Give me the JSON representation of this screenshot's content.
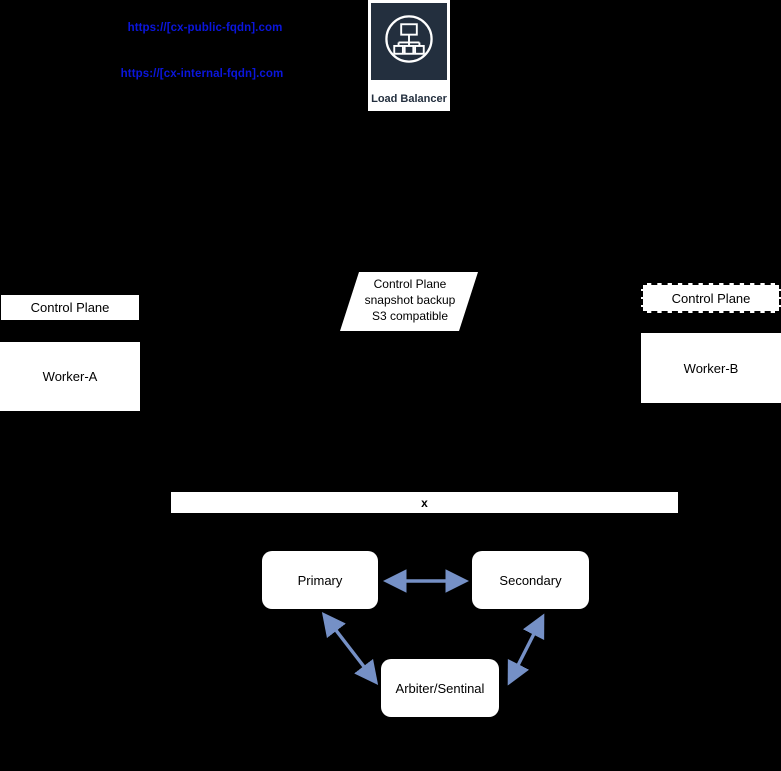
{
  "urls": {
    "public_label": "https://[cx-public-fqdn].com",
    "internal_label": "https://[cx-internal-fqdn].com"
  },
  "load_balancer": {
    "label": "Load Balancer",
    "icon": "elb-network-icon"
  },
  "left_cluster": {
    "control_plane_label": "Control Plane",
    "worker_label": "Worker-A"
  },
  "right_cluster": {
    "control_plane_label": "Control Plane",
    "worker_label": "Worker-B"
  },
  "backup": {
    "line1": "Control Plane",
    "line2": "snapshot backup",
    "line3": "S3 compatible"
  },
  "bar": {
    "label": "x"
  },
  "db_cluster": {
    "primary_label": "Primary",
    "secondary_label": "Secondary",
    "arbiter_label": "Arbiter/Sentinal"
  },
  "colors": {
    "background": "#000000",
    "link_blue": "#0b16dc",
    "icon_navy": "#232f3e",
    "arrow_blue": "#7590c6",
    "node_white": "#ffffff",
    "text_black": "#000000"
  }
}
